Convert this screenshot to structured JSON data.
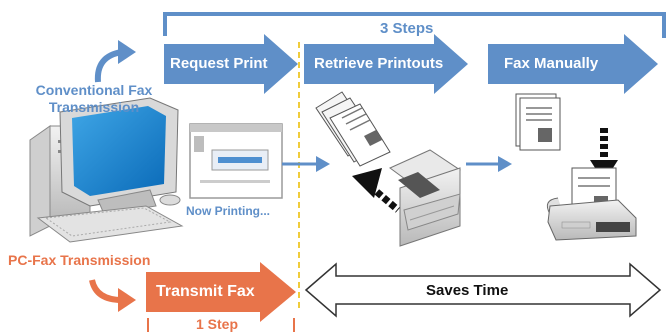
{
  "diagram": {
    "conventional": {
      "label": "Conventional Fax Transmission",
      "steps_label": "3 Steps",
      "steps": [
        "Request Print",
        "Retrieve Printouts",
        "Fax Manually"
      ],
      "screen_caption": "Now Printing..."
    },
    "pcfax": {
      "label": "PC-Fax Transmission",
      "step": "Transmit Fax",
      "steps_label": "1 Step"
    },
    "comparison": "Saves Time",
    "colors": {
      "blue": "#5f8fc8",
      "orange": "#e8744a",
      "divider": "#f0cc3c"
    }
  }
}
